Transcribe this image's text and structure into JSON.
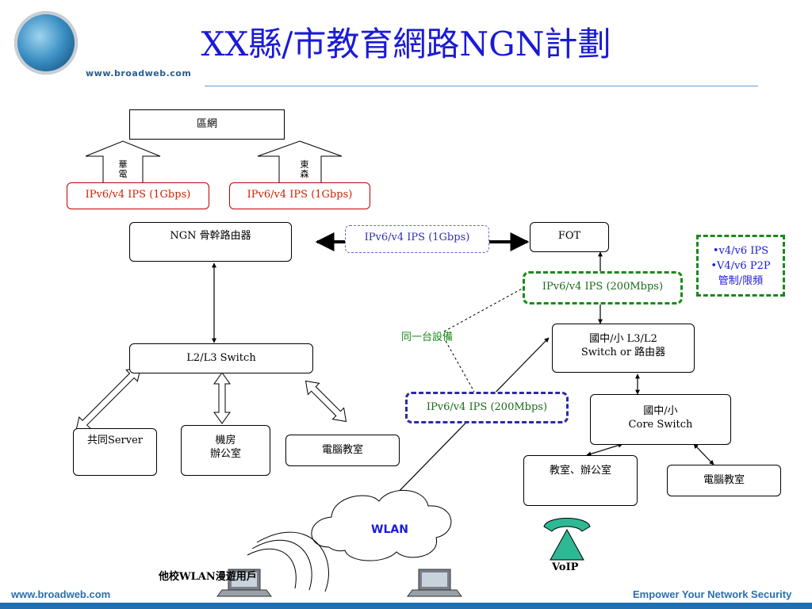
{
  "header": {
    "title": "XX縣/市教育網路NGN計劃",
    "logo_url": "www.broadweb.com"
  },
  "nodes": {
    "regional": "區網",
    "link_hua": "華電",
    "link_dong": "東森",
    "ips_left": "IPv6/v4 IPS (1Gbps)",
    "ips_right": "IPv6/v4 IPS (1Gbps)",
    "ngn_router": "NGN 骨幹路由器",
    "ips_middle": "IPv6/v4 IPS (1Gbps)",
    "fot": "FOT",
    "ips_school": "IPv6/v4 IPS (200Mbps)",
    "policy_lines": [
      "•v4/v6 IPS",
      "•V4/v6 P2P",
      "管制/限頻"
    ],
    "same_device": "同一台設備",
    "school_router_line1": "國中/小 L3/L2",
    "school_router_line2": "Switch or 路由器",
    "l2l3_switch": "L2/L3 Switch",
    "ips_wlan": "IPv6/v4 IPS (200Mbps)",
    "core_switch_line1": "國中/小",
    "core_switch_line2": "Core Switch",
    "shared_server": "共同Server",
    "machine_room_line1": "機房",
    "machine_room_line2": "辦公室",
    "computer_lab": "電腦教室",
    "classroom_office": "教室、辦公室",
    "computer_lab_school": "電腦教室",
    "wlan": "WLAN",
    "voip": "VoIP",
    "roaming_users": "他校WLAN漫遊用戶"
  },
  "footer": {
    "left": "www.broadweb.com",
    "right": "Empower Your Network Security"
  },
  "colors": {
    "title": "#1a1ad6",
    "ips_red": "#d02000",
    "green_dash": "#1a8a1a",
    "blue_dash": "#2b2ba8",
    "footer": "#2a6fb0"
  }
}
